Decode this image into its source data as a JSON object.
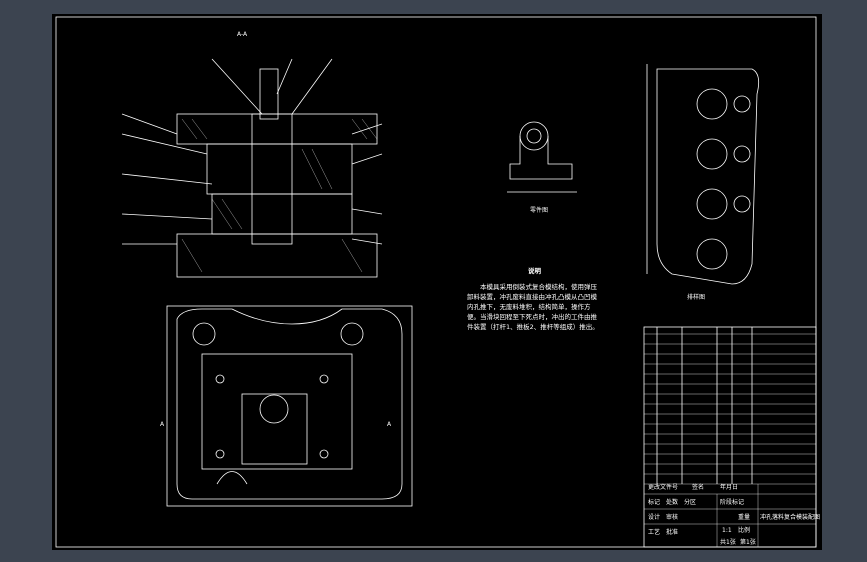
{
  "drawing": {
    "section_label": "A-A",
    "part_view_label": "零件图",
    "layout_view_label": "排样图",
    "notes": {
      "title": "说明",
      "body": "本模具采用倒装式复合模结构，使用弹压卸料装置，冲孔废料直接由冲孔凸模从凸凹模内孔推下，无废料堆积，结构简单，操作方便。当滑块回程至下死点时，冲出的工件由推件装置（打杆1、推板2、推杆等组成）推出。"
    },
    "section_marks": [
      "A",
      "A"
    ],
    "title_block": {
      "drawing_title": "冲孔落料复合模装配图",
      "scale": "1:1",
      "labels": [
        "标记",
        "处数",
        "分区",
        "更改文件号",
        "签名",
        "年月日",
        "设计",
        "审核",
        "工艺",
        "批准",
        "阶段标记",
        "重量",
        "比例",
        "共1张",
        "第1张"
      ]
    },
    "colors": {
      "background": "#000000",
      "lines": "#ffffff",
      "frame": "#3c4450"
    }
  }
}
